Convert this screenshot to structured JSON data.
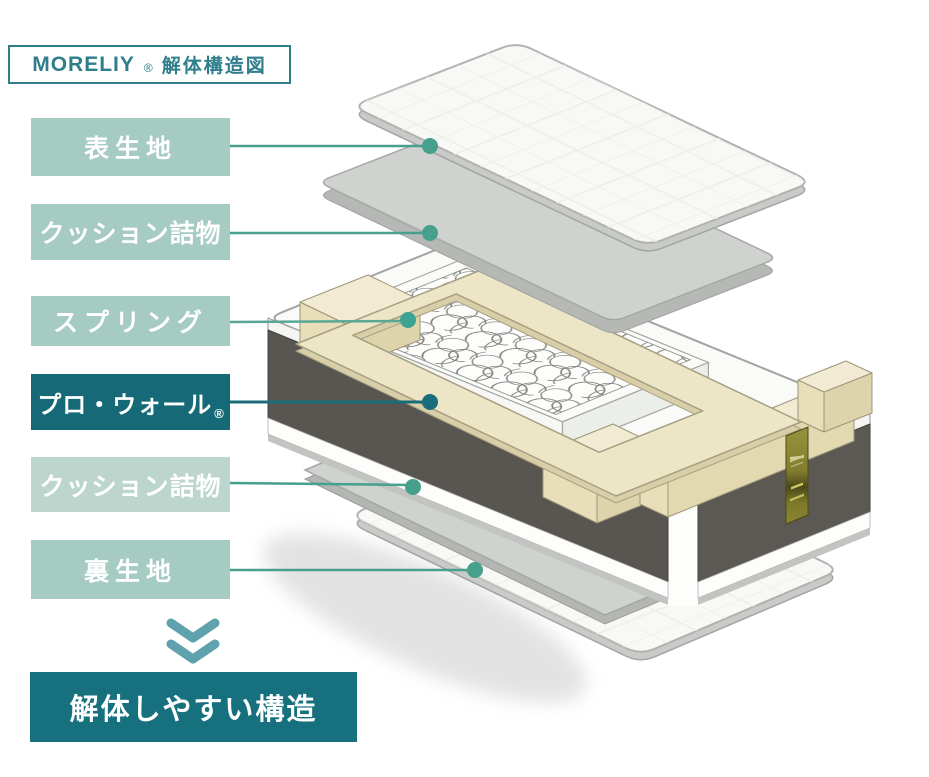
{
  "title": {
    "brand": "MORELIY",
    "registered_mark": "®",
    "text": "解体構造図"
  },
  "callouts": [
    {
      "label": "表生地",
      "target": "top-fabric",
      "style": "light"
    },
    {
      "label": "クッション詰物",
      "target": "cushion-filling-top",
      "style": "light"
    },
    {
      "label": "スプリング",
      "target": "spring-unit",
      "style": "light"
    },
    {
      "label": "プロ・ウォール",
      "registered_mark": "®",
      "target": "pro-wall-foam-frame",
      "style": "dark"
    },
    {
      "label": "クッション詰物",
      "target": "cushion-filling-bottom",
      "style": "lighter"
    },
    {
      "label": "裏生地",
      "target": "back-fabric",
      "style": "light"
    }
  ],
  "summary": {
    "chevron_icon": "double-chevron-down",
    "text": "解体しやすい構造"
  },
  "diagram": {
    "type": "exploded-mattress-structure",
    "layers_top_to_bottom": [
      "表生地",
      "クッション詰物",
      "スプリング",
      "プロ・ウォール®",
      "クッション詰物",
      "裏生地"
    ],
    "brand_tag": "olive-gold label tag on mattress side"
  },
  "colors": {
    "accent_teal": "#2e7e8b",
    "label_bg": "#a5cbc2",
    "label_bg_light": "#bcd6cd",
    "dark_teal_bg": "#17707e",
    "pro_wall_bg": "#166a77",
    "connector_green": "#46a08c",
    "connector_dark": "#1c6d7c",
    "chevron": "#5fa2ae",
    "foam_cream": "#ece5c6",
    "side_charcoal": "#595651",
    "tag_olive": "#8a8634"
  }
}
